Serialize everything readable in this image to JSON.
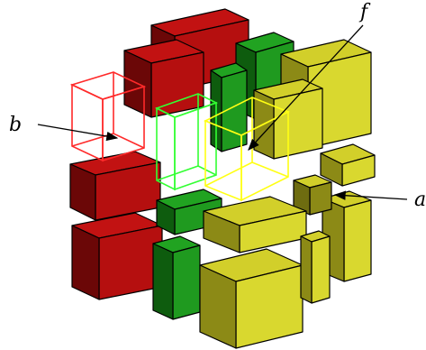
{
  "labels": {
    "b": "b",
    "f": "f",
    "a": "a"
  },
  "colors": {
    "red_top": "#c21212",
    "red_front": "#b50f0f",
    "red_side": "#6b0707",
    "green_top": "#21a321",
    "green_front": "#1f9a1f",
    "green_side": "#0e5c0e",
    "yellow_top": "#d2cf2a",
    "yellow_front": "#d9d82f",
    "yellow_side": "#8c8a16",
    "wire_red": "#ff2a2a",
    "wire_green": "#33ff33",
    "wire_yellow": "#ffff14"
  }
}
